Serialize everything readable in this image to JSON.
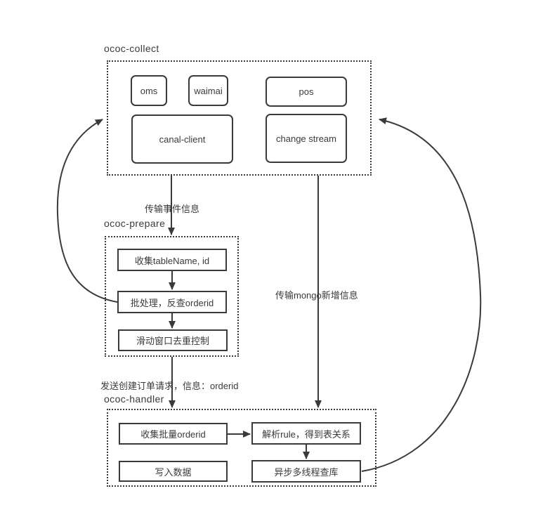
{
  "colors": {
    "line": "#3a3a3a",
    "text": "#3a3a3a",
    "background": "#ffffff"
  },
  "collect": {
    "title": "ococ-collect",
    "oms": "oms",
    "waimai": "waimai",
    "pos": "pos",
    "canal_client": "canal-client",
    "change_stream": "change stream"
  },
  "prepare": {
    "title": "ococ-prepare",
    "step_collect": "收集tableName, id",
    "step_batch": "批处理，反查orderid",
    "step_window": "滑动窗口去重控制"
  },
  "handler": {
    "title": "ococ-handler",
    "collect_orderid": "收集批量orderid",
    "parse_rule": "解析rule，得到表关系",
    "write_data": "写入数据",
    "async_query": "异步多线程查库"
  },
  "edges": {
    "collect_to_prepare": "传输事件信息",
    "prepare_to_handler": "发送创建订单请求，信息：orderid",
    "collect_to_handler": "传输mongo新增信息"
  }
}
